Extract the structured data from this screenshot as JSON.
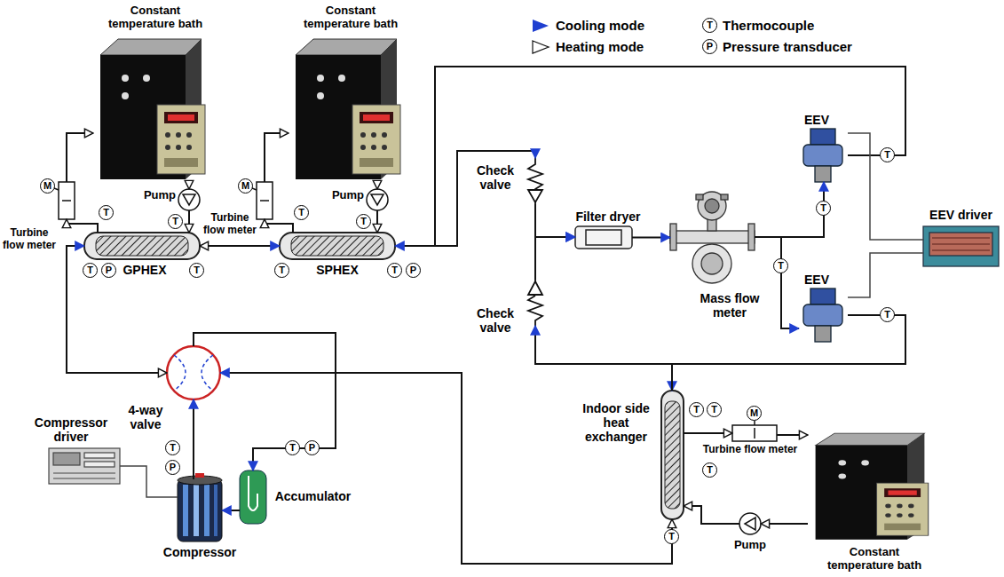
{
  "diagram": {
    "nodes": [
      {
        "text": [
          "Constant temperature bath"
        ]
      },
      {
        "text": [
          "Constant temperature bath"
        ]
      },
      {
        "text": [
          "Pump"
        ]
      },
      {
        "text": [
          "Pump"
        ]
      },
      {
        "text": [
          "Turbine flow meter"
        ]
      },
      {
        "text": [
          "Turbine flow meter"
        ]
      },
      {
        "text": [
          "GPHEX"
        ]
      },
      {
        "text": [
          "SPHEX"
        ]
      },
      {
        "text": [
          "Check valve"
        ]
      },
      {
        "text": [
          "Filter dryer"
        ]
      },
      {
        "text": [
          "Mass flow meter"
        ]
      },
      {
        "text": [
          "EEV"
        ]
      },
      {
        "text": [
          "EEV"
        ]
      },
      {
        "text": [
          "EEV driver"
        ]
      },
      {
        "text": [
          "Check valve"
        ]
      },
      {
        "text": [
          "4-way valve"
        ]
      },
      {
        "text": [
          "Compressor driver"
        ]
      },
      {
        "text": [
          "Compressor"
        ]
      },
      {
        "text": [
          "Accumulator"
        ]
      },
      {
        "text": [
          "Indoor side heat exchanger"
        ]
      },
      {
        "text": [
          "Turbine flow meter"
        ]
      },
      {
        "text": [
          "Pump"
        ]
      },
      {
        "text": [
          "Constant temperature bath"
        ]
      }
    ],
    "edges": [
      {
        "from": 6,
        "to": 4,
        "arrow": "to"
      },
      {
        "from": 4,
        "to": 0,
        "arrow": "to"
      },
      {
        "from": 0,
        "to": 2,
        "arrow": "to"
      },
      {
        "from": 2,
        "to": 6,
        "arrow": "to"
      },
      {
        "from": 7,
        "to": 5,
        "arrow": "to"
      },
      {
        "from": 5,
        "to": 1,
        "arrow": "to"
      },
      {
        "from": 1,
        "to": 3,
        "arrow": "to"
      },
      {
        "from": 3,
        "to": 7,
        "arrow": "to"
      },
      {
        "from": 15,
        "to": 6,
        "arrow": "both"
      },
      {
        "from": 6,
        "to": 7,
        "arrow": "both"
      },
      {
        "from": 7,
        "to": 8,
        "arrow": "to"
      },
      {
        "from": 11,
        "to": 7,
        "arrow": "to"
      },
      {
        "from": 8,
        "to": 9,
        "arrow": "to"
      },
      {
        "from": 14,
        "to": 9,
        "arrow": "to"
      },
      {
        "from": 9,
        "to": 10,
        "arrow": "to"
      },
      {
        "from": 10,
        "to": 11,
        "arrow": "to"
      },
      {
        "from": 10,
        "to": 12,
        "arrow": "to"
      },
      {
        "from": 12,
        "to": 19,
        "arrow": "to"
      },
      {
        "from": 19,
        "to": 14,
        "arrow": "to"
      },
      {
        "from": 19,
        "to": 15,
        "arrow": "both"
      },
      {
        "from": 17,
        "to": 15,
        "arrow": "to"
      },
      {
        "from": 15,
        "to": 18,
        "arrow": "to"
      },
      {
        "from": 18,
        "to": 17,
        "arrow": "to"
      },
      {
        "from": 16,
        "to": 17,
        "arrow": "none"
      },
      {
        "from": 13,
        "to": 11,
        "arrow": "none"
      },
      {
        "from": 13,
        "to": 12,
        "arrow": "none"
      },
      {
        "from": 19,
        "to": 20,
        "arrow": "to"
      },
      {
        "from": 20,
        "to": 22,
        "arrow": "to"
      },
      {
        "from": 22,
        "to": 21,
        "arrow": "to"
      },
      {
        "from": 21,
        "to": 19,
        "arrow": "to"
      }
    ],
    "labels": [
      "T",
      "T",
      "T",
      "P",
      "T",
      "T",
      "T",
      "T",
      "T",
      "P",
      "T",
      "T",
      "T",
      "T",
      "T",
      "P",
      "T",
      "P",
      "T",
      "T",
      "T",
      "T",
      "M",
      "M",
      "M",
      "T",
      "P"
    ],
    "legend": [
      {
        "text": "Cooling mode"
      },
      {
        "text": "Heating mode"
      },
      {
        "text": "Thermocouple"
      },
      {
        "text": "Pressure transducer"
      }
    ]
  }
}
